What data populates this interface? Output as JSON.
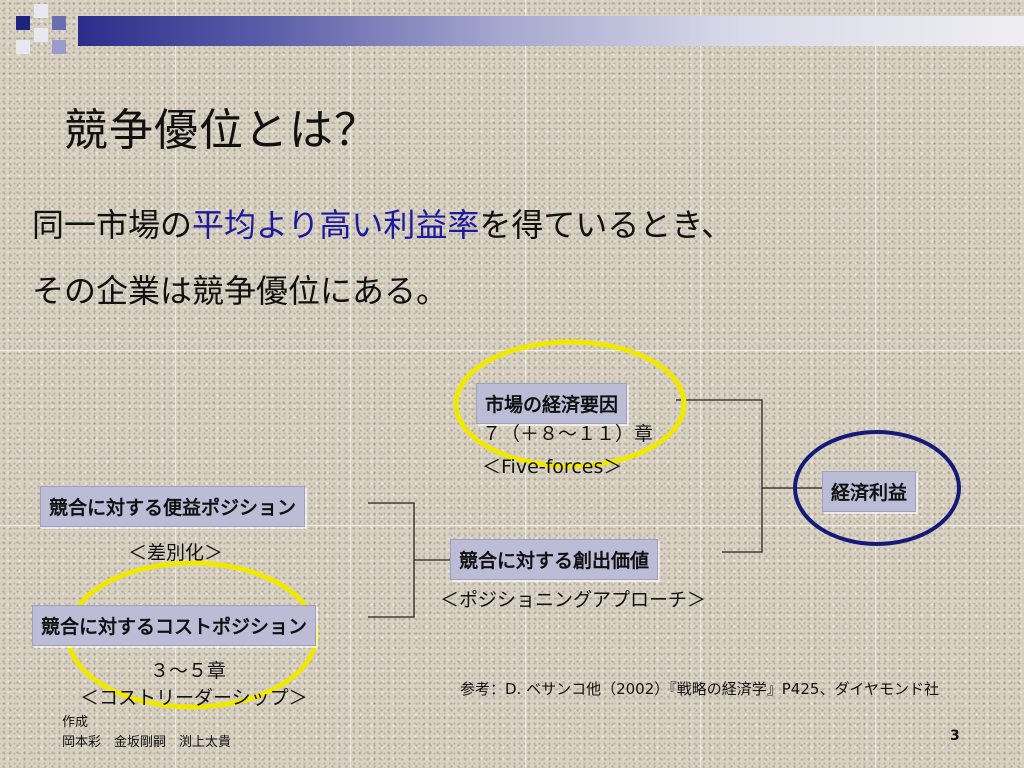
{
  "title": "競争優位とは？",
  "definition": {
    "line1_prefix": "同一市場の",
    "line1_highlight": "平均より高い利益率",
    "line1_suffix": "を得ているとき、",
    "line2": "その企業は競争優位にある。"
  },
  "diagram": {
    "market_factor": {
      "label": "市場の経済要因",
      "chapter": "７（＋８～１１）章",
      "framework": "＜Five-forces＞"
    },
    "economic_profit": "経済利益",
    "benefit_position": "競合に対する便益ポジション",
    "differentiation": "＜差別化＞",
    "value_creation": "競合に対する創出価値",
    "positioning_approach": "＜ポジショニングアプローチ＞",
    "cost_position": "競合に対するコストポジション",
    "cost_chapter": "３～５章",
    "cost_leadership": "＜コストリーダーシップ＞"
  },
  "reference": "参考：D. ベサンコ他（2002）『戦略の経済学』P425、ダイヤモンド社",
  "author_label": "作成",
  "authors": "岡本彩　金坂剛嗣　渕上太貴",
  "page_number": "3",
  "colors": {
    "highlight_text": "#1a1aa0",
    "box_fill": "#bcbcd6",
    "yellow_ellipse": "#f0e800",
    "navy_ellipse": "#141a78",
    "title_bar": "#2a2e8a"
  }
}
